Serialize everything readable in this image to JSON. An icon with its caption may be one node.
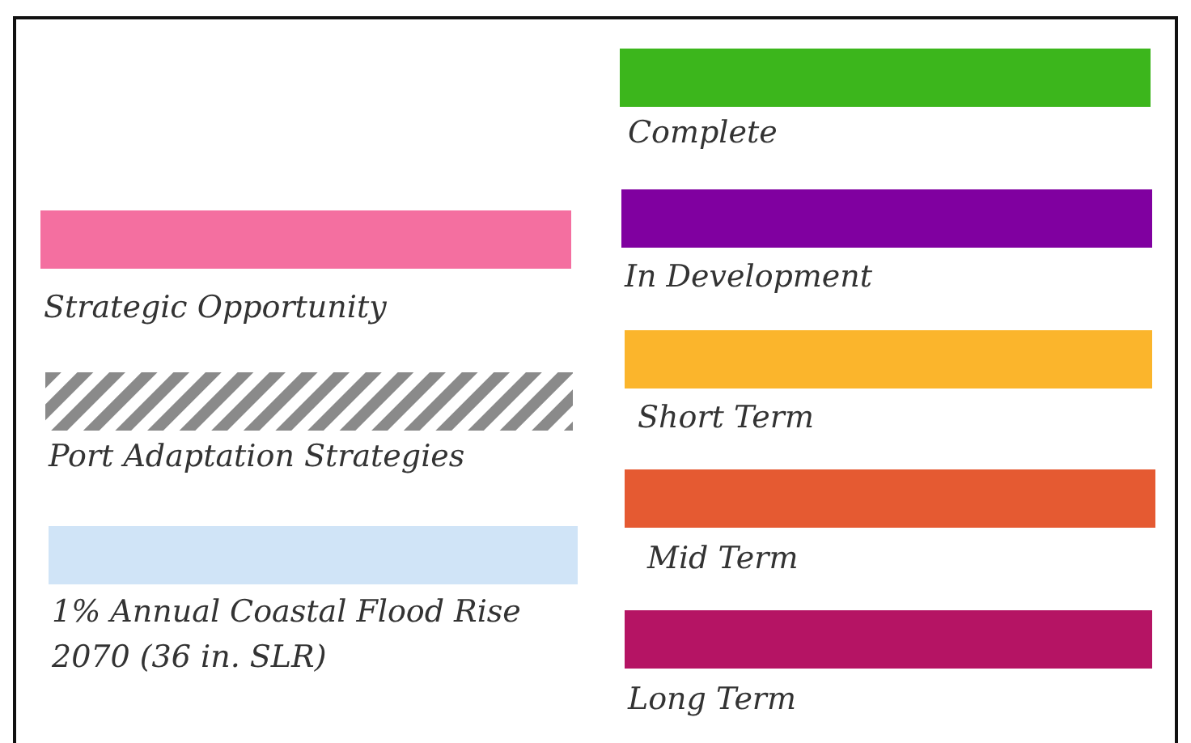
{
  "diagram": {
    "legend": [
      {
        "text": "Strategic Opportunity",
        "color": "#f46fa0"
      },
      {
        "text": "Port Adaptation Strategies"
      },
      {
        "text": "1% Annual Coastal Flood Rise 2070 (36 in. SLR)",
        "color": "#d0e4f7"
      },
      {
        "text": "Complete",
        "color": "#3cb61c"
      },
      {
        "text": "In Development",
        "color": "#8000a0"
      },
      {
        "text": "Short Term",
        "color": "#fbb52c"
      },
      {
        "text": "Mid Term",
        "color": "#e55a32"
      },
      {
        "text": "Long Term",
        "color": "#b51464"
      }
    ]
  }
}
